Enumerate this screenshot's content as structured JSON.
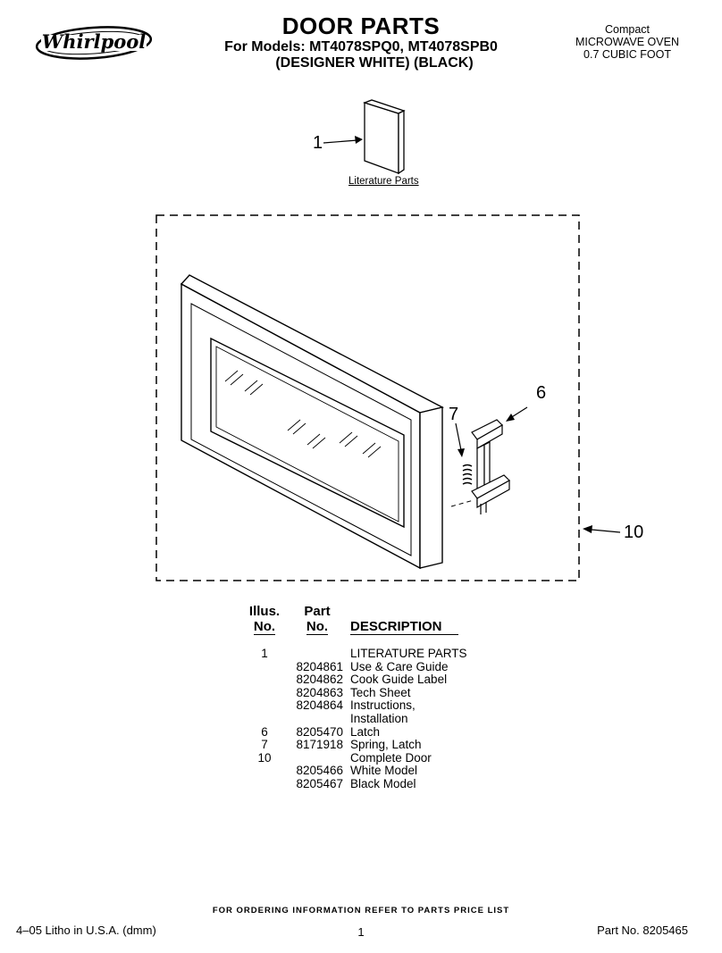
{
  "header": {
    "brand": "Whirlpool",
    "title": "DOOR PARTS",
    "models_line": "For Models: MT4078SPQ0, MT4078SPB0",
    "colors_line": "(DESIGNER WHITE)  (BLACK)",
    "product_line1": "Compact",
    "product_line2": "MICROWAVE OVEN",
    "product_line3": "0.7 CUBIC FOOT"
  },
  "diagram": {
    "callouts": [
      "1",
      "6",
      "7",
      "10"
    ],
    "literature_caption": "Literature Parts"
  },
  "parts_table": {
    "headers": {
      "illus_line1": "Illus.",
      "illus_line2": "No.",
      "part_line1": "Part",
      "part_line2": "No.",
      "description": "DESCRIPTION"
    },
    "rows": [
      {
        "illus": "1",
        "part": "",
        "desc": "LITERATURE PARTS"
      },
      {
        "illus": "",
        "part": "8204861",
        "desc": "Use & Care Guide"
      },
      {
        "illus": "",
        "part": "8204862",
        "desc": "Cook Guide Label"
      },
      {
        "illus": "",
        "part": "8204863",
        "desc": "Tech Sheet"
      },
      {
        "illus": "",
        "part": "8204864",
        "desc": "Instructions,"
      },
      {
        "illus": "",
        "part": "",
        "desc": "Installation"
      },
      {
        "illus": "6",
        "part": "8205470",
        "desc": "Latch"
      },
      {
        "illus": "7",
        "part": "8171918",
        "desc": "Spring, Latch"
      },
      {
        "illus": "10",
        "part": "",
        "desc": "Complete Door"
      },
      {
        "illus": "",
        "part": "8205466",
        "desc": "White Model"
      },
      {
        "illus": "",
        "part": "8205467",
        "desc": "Black Model"
      }
    ]
  },
  "footer": {
    "ordering_note": "FOR ORDERING INFORMATION REFER TO PARTS PRICE LIST",
    "litho": "4–05 Litho in U.S.A. (dmm)",
    "page_number": "1",
    "part_number": "Part No. 8205465"
  }
}
